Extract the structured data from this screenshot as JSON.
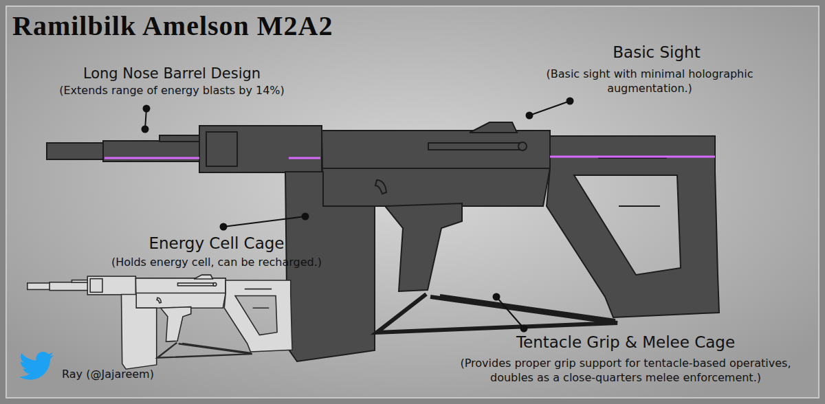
{
  "diagram": {
    "title": "Ramilbilk Amelson M2A2",
    "labels": [
      "Long Nose Barrel Design",
      "(Extends range of energy blasts by 14%)",
      "Basic Sight",
      "(Basic sight with minimal holographic augmentation.)",
      "Energy Cell Cage",
      "(Holds energy cell, can be recharged.)",
      "Tentacle Grip & Melee Cage",
      "(Provides proper grip support for tentacle-based operatives, doubles as a close-quarters melee enforcement.)",
      "Ray (@Jajareem)"
    ]
  }
}
